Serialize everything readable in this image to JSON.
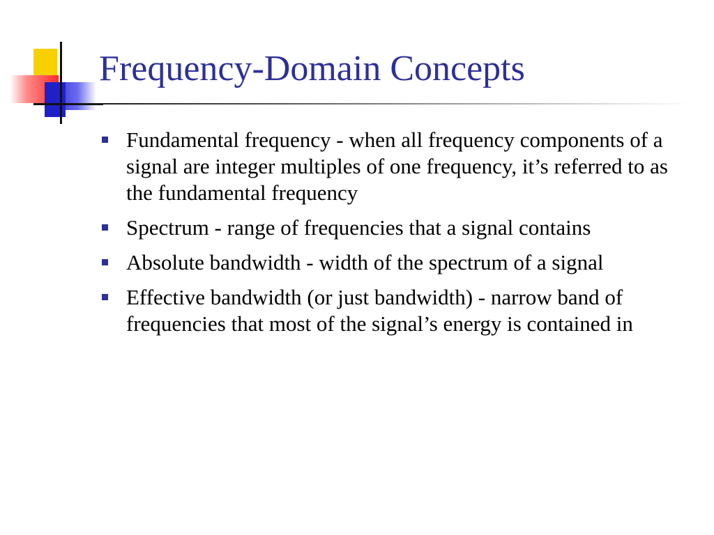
{
  "slide": {
    "title": "Frequency-Domain Concepts",
    "bullets": [
      {
        "text": "Fundamental frequency - when all frequency components of a signal are integer multiples of one frequency, it’s referred to as the fundamental frequency"
      },
      {
        "text": "Spectrum - range of frequencies that a signal contains"
      },
      {
        "text": "Absolute bandwidth - width of the spectrum of a signal"
      },
      {
        "text": "Effective bandwidth (or just bandwidth) - narrow band of frequencies that most of the signal’s energy is contained in"
      }
    ]
  },
  "colors": {
    "title": "#2d3097",
    "bullet_marker": "#2d3097",
    "logo_yellow": "#f7d000",
    "logo_red": "#ff2a2a",
    "logo_blue": "#2020c8"
  }
}
